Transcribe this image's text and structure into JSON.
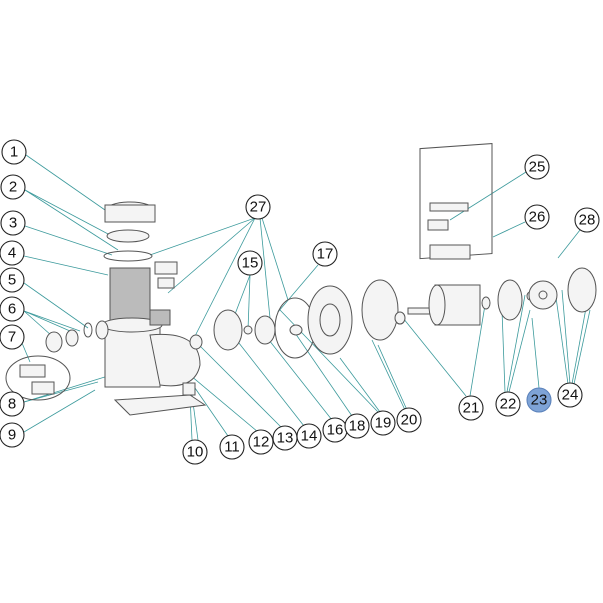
{
  "diagram": {
    "title": "Pool pump exploded parts view",
    "highlight_color": "#7ea3d6",
    "leader_color": "#3c9a9c",
    "highlighted_part": "23",
    "callouts": [
      "1",
      "2",
      "3",
      "4",
      "5",
      "6",
      "7",
      "8",
      "9",
      "10",
      "11",
      "12",
      "13",
      "14",
      "15",
      "16",
      "17",
      "18",
      "19",
      "20",
      "21",
      "22",
      "23",
      "24",
      "25",
      "26",
      "27",
      "28"
    ]
  }
}
